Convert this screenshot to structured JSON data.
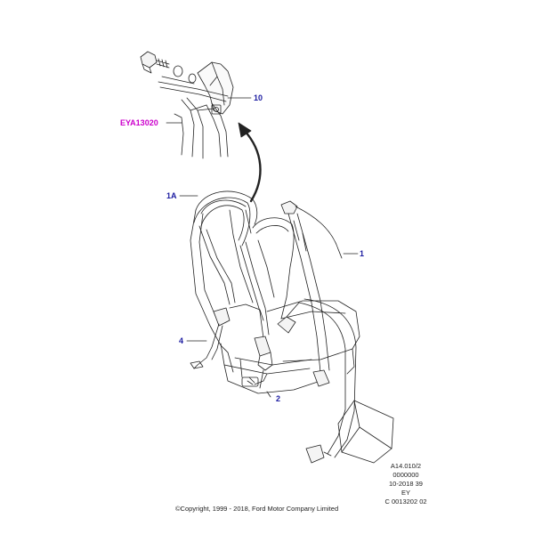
{
  "callouts": {
    "part_10": "10",
    "part_eya": "EYA13020",
    "part_1a": "1A",
    "part_1": "1",
    "part_4": "4",
    "part_2": "2"
  },
  "reference": {
    "line1": "A14.010/2",
    "line2": "0000000",
    "line3": "10-2018 39",
    "line4": "EY",
    "line5": "C 0013202 02"
  },
  "copyright": "©Copyright, 1999 - 2018, Ford Motor Company Limited",
  "colors": {
    "callout_blue": "#1a1aa0",
    "callout_magenta": "#cc00cc",
    "line": "#222222"
  }
}
